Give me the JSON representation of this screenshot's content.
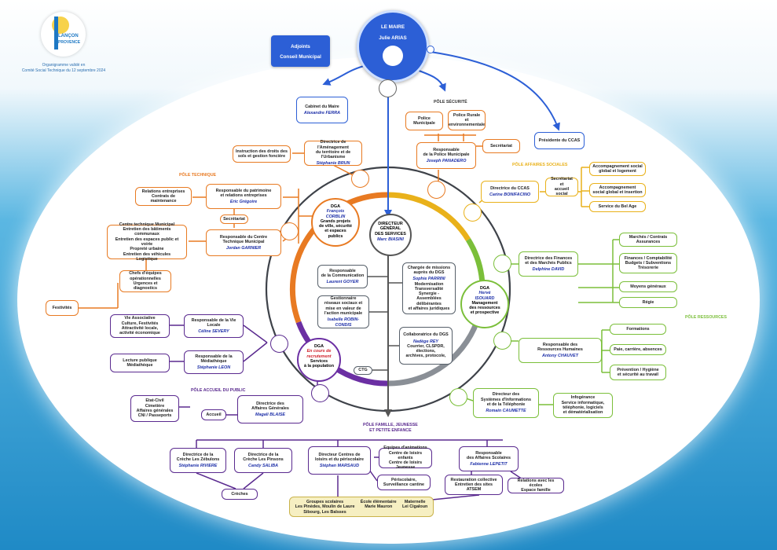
{
  "logo": {
    "line1": "LANÇON",
    "line2": "PROVENCE"
  },
  "validation": "Organigramme validé en\nComité Social Technique du 12 septembre 2024",
  "maire": {
    "title": "LE MAIRE",
    "name": "Julie ARIAS"
  },
  "adjoints": {
    "line1": "Adjoints",
    "line2": "Conseil Municipal"
  },
  "cabinet": {
    "title": "Cabinet du Maire",
    "name": "Alexandre FERRA"
  },
  "ccas_president": "Présidente du CCAS",
  "poles": {
    "securite": "PÔLE SÉCURITÉ",
    "technique": "PÔLE TECHNIQUE",
    "affaires_sociales": "PÔLE AFFAIRES SOCIALES",
    "ressources": "PÔLE RESSOURCES",
    "accueil": "PÔLE ACCUEIL DU PUBLIC",
    "famille": "PÔLE FAMILLE, JEUNESSE\nET PETITE ENFANCE"
  },
  "securite": {
    "pm": "Police\nMunicipale",
    "rural": "Police Rurale\net\nenvironnementale",
    "resp_title": "Responsable\nde la Police Municipale",
    "resp_name": "Joseph PANADERO",
    "secretariat": "Secrétariat"
  },
  "technique": {
    "instruction": "Instruction des droits des\nsols et gestion foncière",
    "amenagement_title": "Directrice de l'Aménagement\ndu territoire et de l'Urbanisme",
    "amenagement_name": "Stéphanie BRUN",
    "relations": "Relations entreprises\nContrats de maintenance",
    "patrimoine_title": "Responsable du patrimoine\net relations entreprises",
    "patrimoine_name": "Eric Grégoire",
    "secretariat": "Secrétariat",
    "centre_tasks": "Centre technique Municipal\nEntretien des bâtiments communaux\nEntretien des espaces public et voirie\nPropreté urbaine\nEntretien des véhicules\nLogistique",
    "centre_title": "Responsable du Centre\nTechnique Municipal",
    "centre_name": "Jordan GARNIER",
    "chefs": "Chefs d'équipes\nopérationnelles\nUrgences et diagnostics",
    "festivites": "Festivités"
  },
  "dga_corblin": {
    "title": "DGA",
    "name": "François\nCORBLIN",
    "desc": "Grands projets\nde ville, sécurité\net espaces\npublics"
  },
  "dgs": {
    "title": "DIRECTEUR\nGÉNÉRAL\nDES SERVICES",
    "name": "Marc BIASINI"
  },
  "communication": {
    "title": "Responsable\nde la Communication",
    "name": "Laurent GOYER"
  },
  "gestionnaire": {
    "title": "Gestionnaire\nréseaux sociaux et\nmise en valeur de\nl'action municipale",
    "name": "Isabelle ROBIN-CONDIS"
  },
  "missions": {
    "title": "Chargée de missions\nauprès du DGS",
    "name": "Sophie PARRINI",
    "desc": "Modernisation\nTransversalité\nSynergie -\nAssemblées délibérantes\net affaires juridiques"
  },
  "collab": {
    "title": "Collaboratrice du DGS",
    "name": "Nadège REY",
    "desc": "Courrier, CLSPDR,\nélections,\narchives, protocole,"
  },
  "ctg": "CTG",
  "dga_isouard": {
    "title": "DGA",
    "name": "Hervé\nISOUARD",
    "desc": "Management\ndes ressources\net prospective"
  },
  "dga_recrut": {
    "title": "DGA",
    "name": "En cours de\nrecrutement",
    "desc": "Services\nà la population"
  },
  "sociales": {
    "ccas_title": "Directrice du CCAS",
    "ccas_name": "Carine BONIFACINO",
    "secret": "Secrétariat\net\naccueil social",
    "acc1": "Accompagnement social\nglobal et logement",
    "acc2": "Accompagnement\nsocial global et insertion",
    "bel_age": "Service du Bel Age"
  },
  "ressources": {
    "fin_title": "Directrice des Finances\net des Marchés Publics",
    "fin_name": "Delphine DAVID",
    "marches": "Marchés / Contrats\nAssurances",
    "finances": "Finances / Comptabilité\nBudgets / Subventions\nTrésorerie",
    "moyens": "Moyens généraux",
    "regie": "Régie",
    "rh_title": "Responsable des\nRessources Humaines",
    "rh_name": "Antony CHAUVET",
    "formations": "Formations",
    "paie": "Paie, carrière, absences",
    "prevention": "Prévention / Hygiène\net sécurité au travail",
    "si_title": "Directeur des\nSystèmes d'Informations\net de la Téléphonie",
    "si_name": "Romain CAUMETTE",
    "infogerance": "Infogérance\nService informatique,\ntéléphonie, logiciels\net dématérialisation"
  },
  "vie": {
    "assoc": "Vie Associative\nCulture, Festivités\nAttractivité locale,\nactivité économique",
    "vl_title": "Responsable de la Vie Locale",
    "vl_name": "Céline SEVERY",
    "lecture": "Lecture publique\nMédiathèque",
    "med_title": "Responsable de la Médiathèque",
    "med_name": "Stéphanie LEON"
  },
  "accueil": {
    "etat": "Etat-Civil\nCimetière\nAffaires générales\nCNI / Passeports",
    "accueil": "Accueil",
    "dir_title": "Directrice des\nAffaires Générales",
    "dir_name": "Magali BLAISE"
  },
  "famille": {
    "c1_title": "Directrice de la\nCrèche Les Zébulons",
    "c1_name": "Stéphanie RIVIERE",
    "c2_title": "Directrice de la\nCrèche Les Pinsons",
    "c2_name": "Candy SALIBA",
    "creches": "Crèches",
    "loisirs_title": "Directeur Centres de\nloisirs et du périscolaire",
    "loisirs_name": "Stéphan MARSAUD",
    "equipes": "Equipes d'animations\nCentre de loisirs enfants\nCentre de loisirs Jeunesse",
    "periscolaire": "Périscolaire,\nSurveillance cantine",
    "scol_title": "Responsable\ndes Affaires Scolaires",
    "scol_name": "Fabienne LEPETIT",
    "restauration": "Restauration collective\nEntretien des sites\nATSEM",
    "relations": "Relations avec les écoles\nEspace famille",
    "groupes_title": "Groupes scolaires",
    "groupes": "Les Pinèdes, Moulin de Laure\nSibourg, Les Baïsses",
    "ecole_title": "École élémentaire",
    "ecole": "Marie Mauron",
    "mat_title": "Maternelle",
    "mat": "Lei Cigaloun"
  },
  "colors": {
    "orange": "#e87a22",
    "yellow": "#e9b11a",
    "green": "#7bbf3a",
    "purple": "#5a2a8f",
    "blue": "#2c5fd6",
    "navy": "#1d2fa8"
  }
}
